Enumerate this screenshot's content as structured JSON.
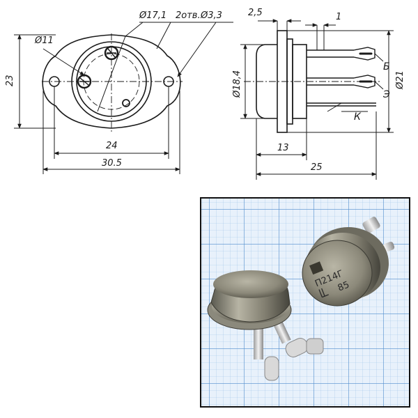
{
  "drawing": {
    "front_view": {
      "dia_hole_circle": "Ø17,1",
      "holes_note": "2отв.",
      "dia_holes": "Ø3,3",
      "dia_pin_circle": "Ø11",
      "height": "23",
      "hole_spacing": "24",
      "overall_width": "30.5"
    },
    "side_view": {
      "flange_thickness": "2,5",
      "pin_spacing": "1",
      "body_dia": "Ø18,4",
      "flange_dia": "Ø21",
      "body_length": "13",
      "overall_length": "25",
      "pin_labels": [
        "Б",
        "Э",
        "К"
      ]
    }
  },
  "photo": {
    "marking_line1": "П214Г",
    "marking_line2": "85",
    "grid_color": "#6fa7d8",
    "paper_color": "#e8f1fb",
    "metal_color": "#8a8778"
  }
}
